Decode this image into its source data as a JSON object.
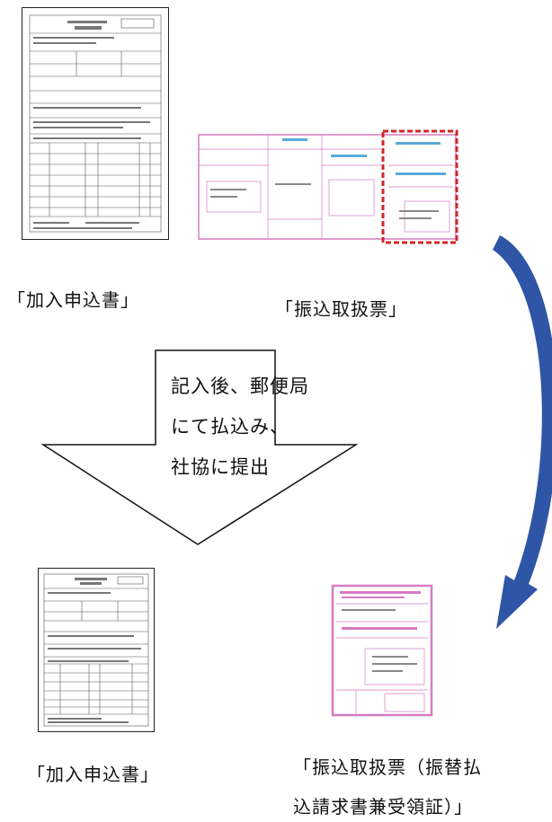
{
  "labels": {
    "form_top": "「加入申込書」",
    "slip_top": "「振込取扱票」",
    "form_bottom": "「加入申込書」",
    "slip_bottom_line1": "「振込取扱票（振替払",
    "slip_bottom_line2": "込請求書兼受領証）」"
  },
  "arrow": {
    "lines": [
      "記入後、郵便局",
      "にて払込み、",
      "社協に提出"
    ]
  },
  "colors": {
    "curve_arrow": "#2f55a6",
    "slip_pink": "#d77ac2",
    "highlight_red": "#d0262a"
  }
}
